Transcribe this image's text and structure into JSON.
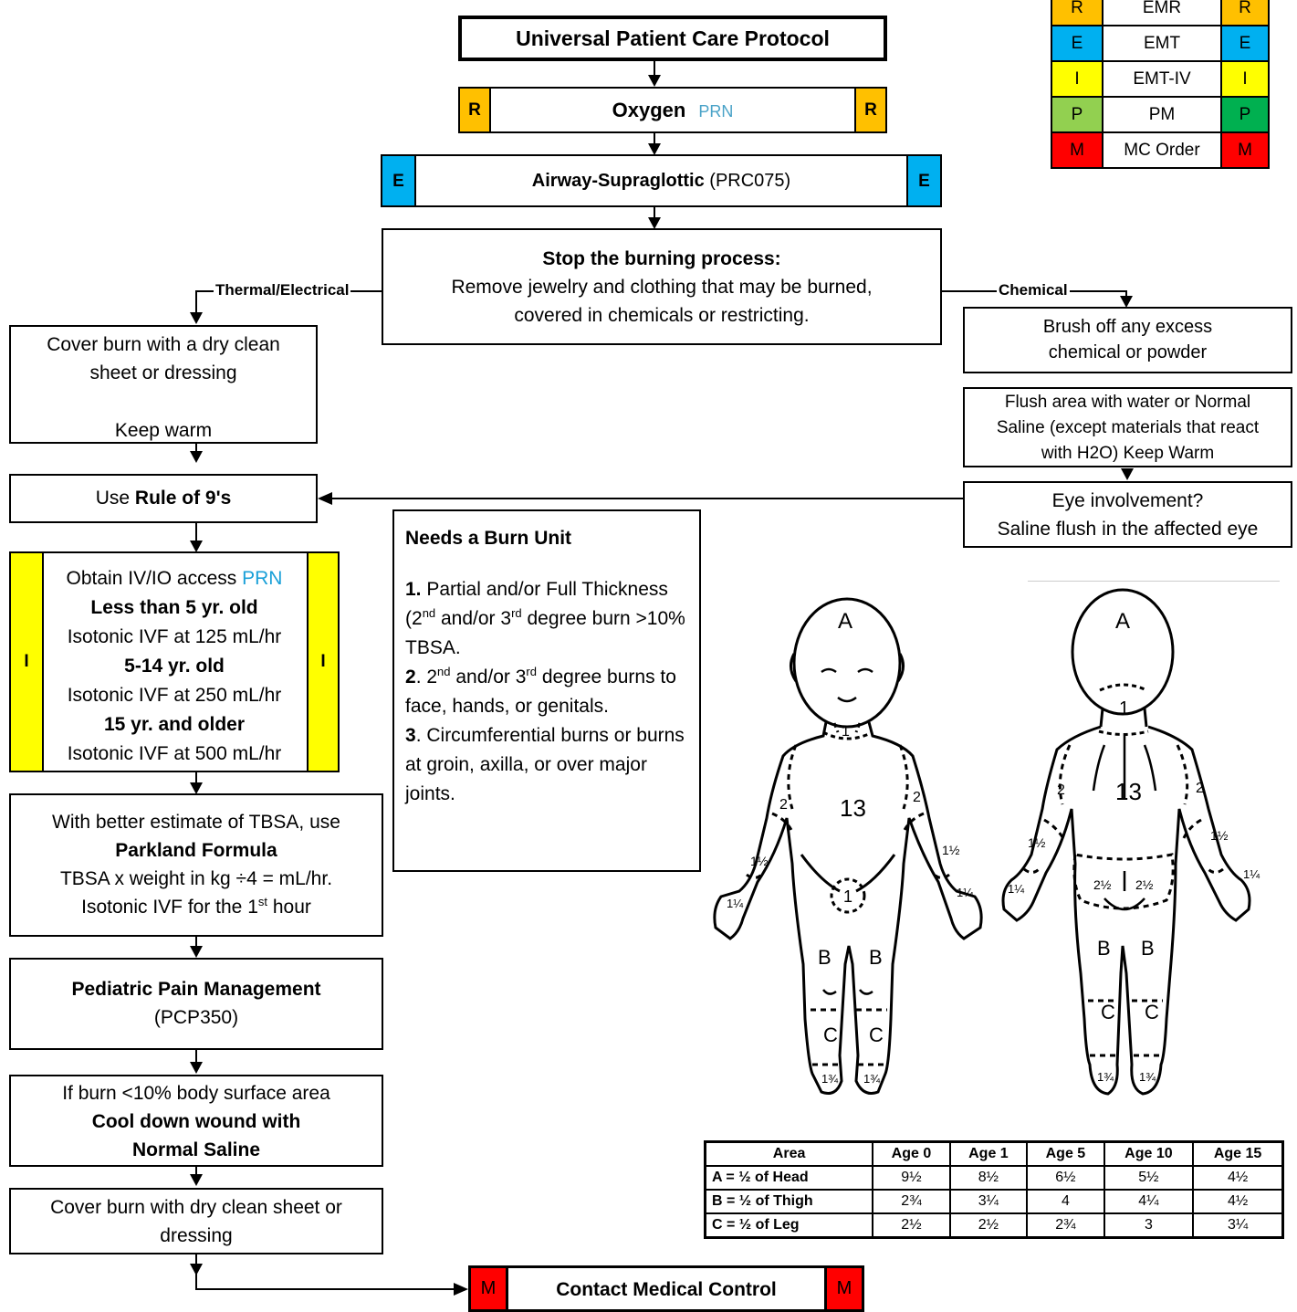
{
  "title": "Universal Patient Care Protocol",
  "oxygen": {
    "badge": "R",
    "label": "Oxygen",
    "prn": "PRN"
  },
  "airway": {
    "badge": "E",
    "label": "Airway-Supraglottic",
    "code": "(PRC075)"
  },
  "stop_burning": {
    "title": "Stop the burning process:",
    "line1": "Remove jewelry and clothing that may be burned,",
    "line2": "covered in chemicals or restricting."
  },
  "branch_thermal": "Thermal/Electrical",
  "branch_chemical": "Chemical",
  "cover_burn": {
    "line1": "Cover burn with a dry clean",
    "line2": "sheet or dressing",
    "line3": "Keep warm"
  },
  "brush_off": {
    "line1": "Brush off any excess",
    "line2": "chemical or powder"
  },
  "flush_area": {
    "line1": "Flush area with water or Normal",
    "line2": "Saline (except materials that react",
    "line3": "with H2O)  Keep Warm"
  },
  "eye": {
    "line1": "Eye involvement?",
    "line2": "Saline flush in the affected eye"
  },
  "rule_of_nines": {
    "prefix": "Use ",
    "bold": "Rule of 9's"
  },
  "iv": {
    "badge": "I",
    "line1": "Obtain IV/IO access",
    "prn": "PRN",
    "age1": "Less than 5 yr. old",
    "rate1": "Isotonic IVF at 125 mL/hr",
    "age2": "5-14 yr. old",
    "rate2": "Isotonic IVF at 250 mL/hr",
    "age3": "15 yr. and older",
    "rate3": "Isotonic IVF at 500 mL/hr"
  },
  "parkland": {
    "line1": "With better estimate of TBSA, use",
    "bold": "Parkland Formula",
    "line3": "TBSA x weight in kg ÷4 = mL/hr.",
    "line4a": "Isotonic IVF for the 1",
    "line4sup": "st",
    "line4b": " hour"
  },
  "pain": {
    "bold": "Pediatric Pain Management",
    "code": "(PCP350)"
  },
  "cool": {
    "line1": "If burn <10% body surface area",
    "bold1": "Cool down  wound with",
    "bold2": "Normal Saline"
  },
  "cover2": {
    "line1": "Cover burn with dry clean sheet or",
    "line2": "dressing"
  },
  "contact": {
    "badge": "M",
    "label": "Contact Medical Control"
  },
  "burn_unit": {
    "title": "Needs a Burn Unit",
    "n1": "1.",
    "t1a": " Partial and/or Full Thickness (2",
    "t1sup1": "nd",
    "t1b": " and/or 3",
    "t1sup2": "rd",
    "t1c": " degree burn >10% TBSA.",
    "n2": "2",
    "t2a": ".  2",
    "t2sup1": "nd",
    "t2b": " and/or 3",
    "t2sup2": "rd",
    "t2c": " degree burns to face, hands, or genitals.",
    "n3": "3",
    "t3": ".  Circumferential burns or burns at groin, axilla, or over major joints."
  },
  "legend": [
    {
      "code": "R",
      "label": "EMR",
      "color": "#ffc000",
      "color2": "#ffc000"
    },
    {
      "code": "E",
      "label": "EMT",
      "color": "#00b0f0",
      "color2": "#00b0f0"
    },
    {
      "code": "I",
      "label": "EMT-IV",
      "color": "#ffff00",
      "color2": "#ffff00"
    },
    {
      "code": "P",
      "label": "PM",
      "color": "#92d050",
      "color2": "#00b050"
    },
    {
      "code": "M",
      "label": "MC Order",
      "color": "#ff0000",
      "color2": "#ff0000"
    }
  ],
  "figure_labels": {
    "front": [
      "A",
      "1",
      "13",
      "2",
      "2",
      "1½",
      "1½",
      "1¼",
      "1¼",
      "1",
      "B",
      "B",
      "C",
      "C",
      "1¾",
      "1¾"
    ],
    "back": [
      "A",
      "1",
      "13",
      "2",
      "2",
      "1½",
      "1½",
      "1¼",
      "1¼",
      "2½",
      "2½",
      "B",
      "B",
      "C",
      "C",
      "1¾",
      "1¾"
    ]
  },
  "age_table": {
    "headers": [
      "Area",
      "Age 0",
      "Age 1",
      "Age 5",
      "Age 10",
      "Age 15"
    ],
    "rows": [
      [
        "A =  ½ of Head",
        "9½",
        "8½",
        "6½",
        "5½",
        "4½"
      ],
      [
        "B =  ½ of Thigh",
        "2¾",
        "3¼",
        "4",
        "4¼",
        "4½"
      ],
      [
        "C =  ½ of Leg",
        "2½",
        "2½",
        "2¾",
        "3",
        "3¼"
      ]
    ]
  },
  "colors": {
    "R": "#ffc000",
    "E": "#00b0f0",
    "I": "#ffff00",
    "M": "#ff0000"
  }
}
